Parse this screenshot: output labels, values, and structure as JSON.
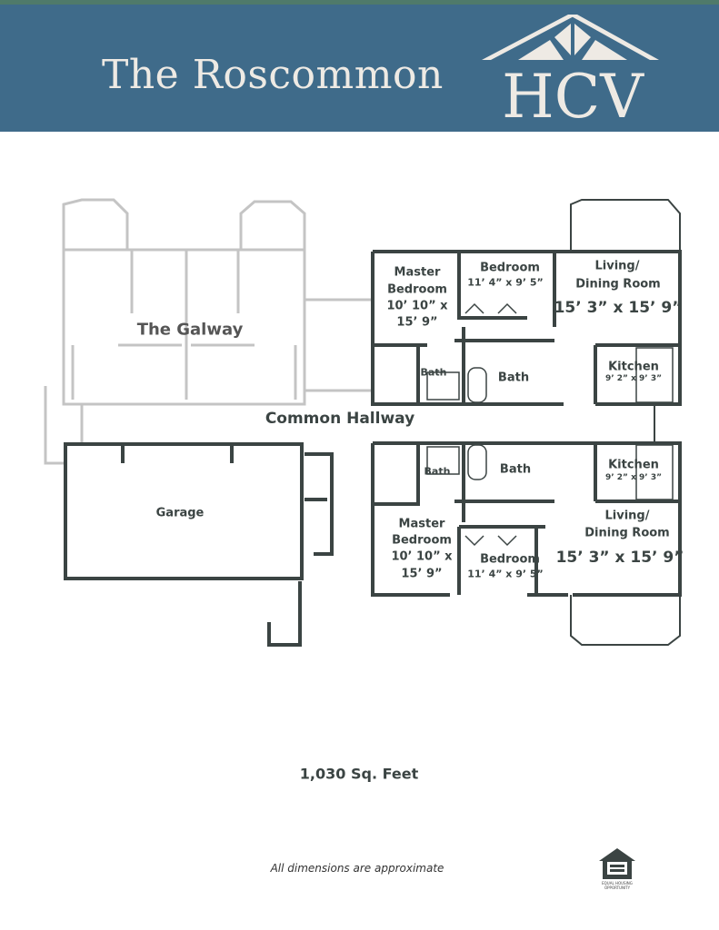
{
  "header": {
    "title": "The Roscommon",
    "logo_text": "HCV",
    "brand_color": "#3f6b8a"
  },
  "plan": {
    "adjacent_unit": "The Galway",
    "hallway": "Common Hallway",
    "garage": "Garage",
    "upper": {
      "master": [
        "Master",
        "Bedroom",
        "10’ 10” x",
        "15’ 9”"
      ],
      "bedroom": [
        "Bedroom",
        "11’ 4” x 9’ 5”"
      ],
      "living": [
        "Living/",
        "Dining Room",
        "15’ 3” x 15’ 9”"
      ],
      "kitchen": [
        "Kitchen",
        "9’ 2” x 9’ 3”"
      ],
      "bath1": "Bath",
      "bath2": "Bath"
    },
    "lower": {
      "master": [
        "Master",
        "Bedroom",
        "10’ 10” x",
        "15’ 9”"
      ],
      "bedroom": [
        "Bedroom",
        "11’ 4” x 9’ 5”"
      ],
      "living": [
        "Living/",
        "Dining Room",
        "15’ 3” x 15’ 9”"
      ],
      "kitchen": [
        "Kitchen",
        "9’ 2” x 9’ 3”"
      ],
      "bath1": "Bath",
      "bath2": "Bath"
    }
  },
  "footer": {
    "area": "1,030 Sq. Feet",
    "note": "All dimensions are approximate",
    "eho": "EQUAL HOUSING OPPORTUNITY"
  }
}
